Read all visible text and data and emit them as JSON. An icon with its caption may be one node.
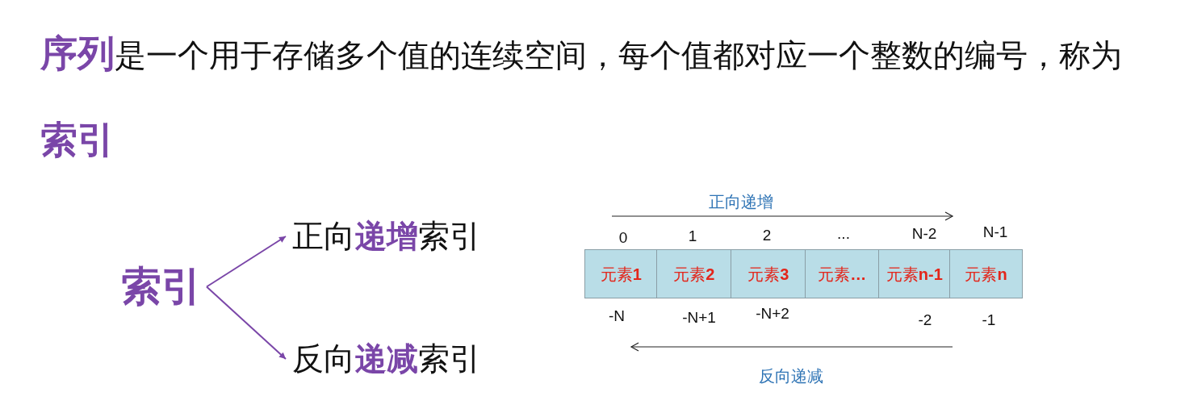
{
  "diagram": {
    "title": "**序列**是一个用于存储多个值的连续空间，每个值都对应一个整数的编号，称为**索引**",
    "nodes": [
      {
        "text": [
          "索引"
        ]
      },
      {
        "text": [
          "正向**递增**索引"
        ]
      },
      {
        "text": [
          "反向**递减**索引"
        ]
      },
      {
        "text": [
          "元素**1**"
        ]
      },
      {
        "text": [
          "元素**2**"
        ]
      },
      {
        "text": [
          "元素**3**"
        ]
      },
      {
        "text": [
          "元素**…**"
        ]
      },
      {
        "text": [
          "元素**n-1**"
        ]
      },
      {
        "text": [
          "元素**n**"
        ]
      }
    ],
    "edges": [
      {
        "from": 0,
        "to": 1,
        "arrow": "to"
      },
      {
        "from": 0,
        "to": 2,
        "arrow": "to"
      }
    ],
    "labels": [
      "正向递增",
      "0",
      "1",
      "2",
      "...",
      "N-2",
      "N-1",
      "-N",
      "-N+1",
      "-N+2",
      "-2",
      "-1",
      "反向递减"
    ]
  }
}
